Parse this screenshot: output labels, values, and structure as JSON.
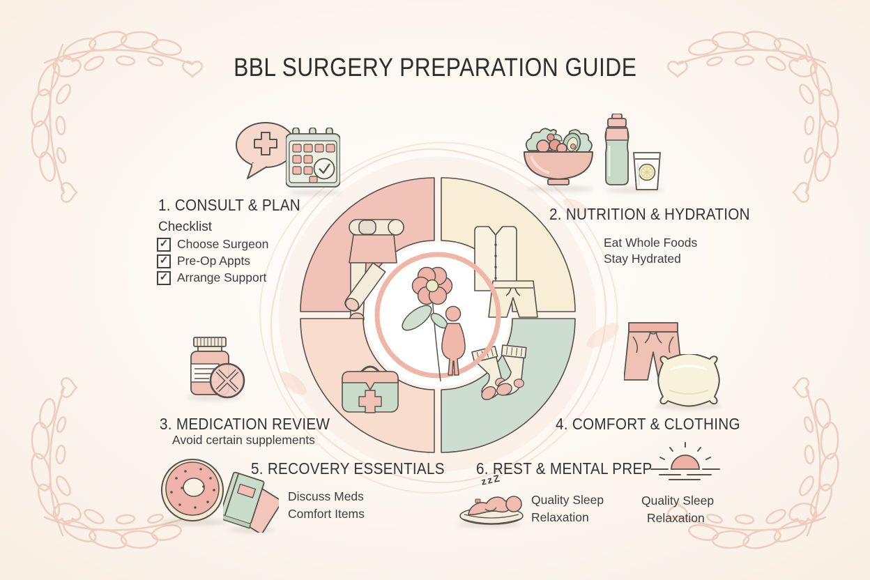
{
  "title": "BBL SURGERY PREPARATION GUIDE",
  "sections": {
    "consult": {
      "heading": "1. CONSULT & PLAN",
      "subheading": "Checklist",
      "check_glyph": "✓",
      "items": [
        "Choose Surgeon",
        "Pre-Op Appts",
        "Arrange Support"
      ]
    },
    "nutrition": {
      "heading": "2. NUTRITION & HYDRATION",
      "lines": [
        "Eat Whole Foods",
        "Stay Hydrated"
      ]
    },
    "medication": {
      "heading": "3. MEDICATION REVIEW",
      "note": "Avoid certain supplements"
    },
    "comfort": {
      "heading": "4. COMFORT & CLOTHING"
    },
    "recovery": {
      "heading": "5. RECOVERY ESSENTIALS",
      "lines": [
        "Discuss Meds",
        "Comfort Items"
      ]
    },
    "rest": {
      "heading": "6. REST & MENTAL PREP",
      "sleep_text": "zzZ",
      "columns": [
        {
          "lines": [
            "Quality Sleep",
            "Relaxation"
          ]
        },
        {
          "lines": [
            "Quality Sleep",
            "Relaxation"
          ]
        }
      ]
    }
  },
  "icons": {
    "consult": [
      "speech-bubble-medical-icon",
      "calendar-check-icon"
    ],
    "nutrition": [
      "salad-bowl-icon",
      "water-bottle-icon",
      "lemon-water-glass-icon"
    ],
    "medication": [
      "pill-bottle-prohibited-icon"
    ],
    "comfort": [
      "shorts-icon",
      "pillow-icon"
    ],
    "recovery": [
      "donut-icon",
      "books-icon"
    ],
    "rest": [
      "sleeping-person-icon",
      "sunrise-icon"
    ],
    "wheel": [
      "compression-garment-icon",
      "pajamas-icon",
      "first-aid-kit-icon",
      "socks-icon",
      "flower-icon",
      "body-figure-icon"
    ]
  },
  "colors": {
    "background": "#f8ede1",
    "quadrant_pink": "#f0c2b8",
    "quadrant_cream": "#f7eed5",
    "quadrant_peach": "#f8dcce",
    "quadrant_sage": "#cdddcf",
    "ring_pink": "#efb5a6",
    "outline": "#56514a",
    "accent_pink": "#eeb4aa",
    "sage": "#cfe0d1",
    "cream": "#f7efdd",
    "floral_stroke": "#eec9bb",
    "text": "#383838"
  }
}
